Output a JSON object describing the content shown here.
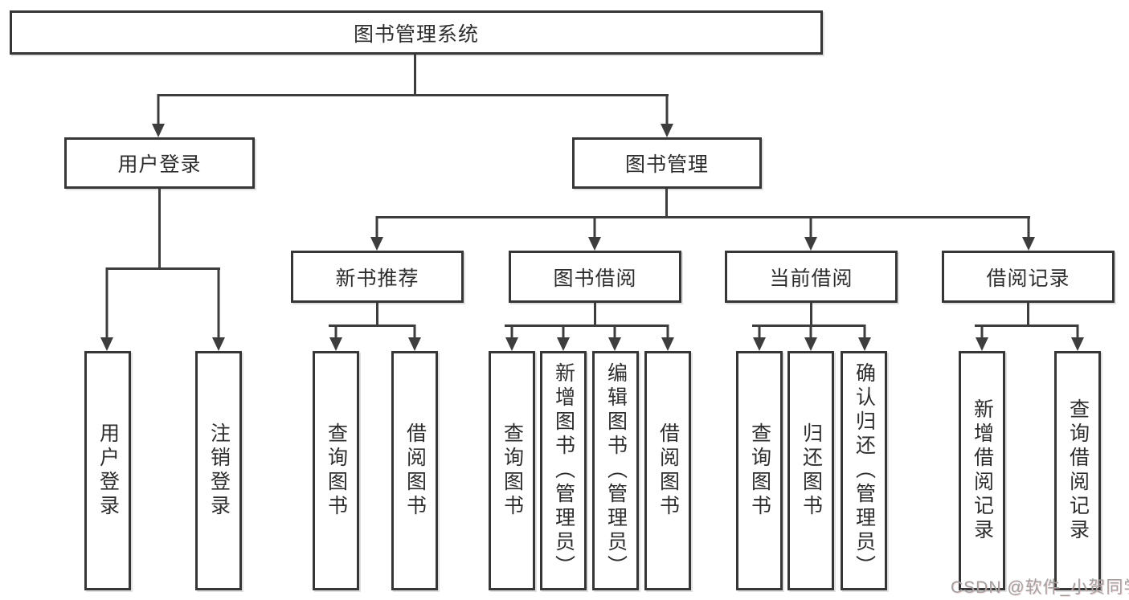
{
  "diagram": {
    "tree": {
      "label": "图书管理系统",
      "children": [
        {
          "label": "用户登录",
          "children": [
            {
              "label": "用户登录"
            },
            {
              "label": "注销登录"
            }
          ]
        },
        {
          "label": "图书管理",
          "children": [
            {
              "label": "新书推荐",
              "children": [
                {
                  "label": "查询图书"
                },
                {
                  "label": "借阅图书"
                }
              ]
            },
            {
              "label": "图书借阅",
              "children": [
                {
                  "label": "查询图书"
                },
                {
                  "label": "新增图书（管理员）"
                },
                {
                  "label": "编辑图书（管理员）"
                },
                {
                  "label": "借阅图书"
                }
              ]
            },
            {
              "label": "当前借阅",
              "children": [
                {
                  "label": "查询图书"
                },
                {
                  "label": "归还图书"
                },
                {
                  "label": "确认归还（管理员）"
                }
              ]
            },
            {
              "label": "借阅记录",
              "children": [
                {
                  "label": "新增借阅记录"
                },
                {
                  "label": "查询借阅记录"
                }
              ]
            }
          ]
        }
      ]
    }
  },
  "watermark": {
    "text": "CSDN @软件_小贺同学"
  },
  "colors": {
    "line": "#3d3d3d",
    "box_border": "#363636",
    "text": "#2d2d2d",
    "background": "#ffffff",
    "watermark": "#a0a0a0"
  }
}
